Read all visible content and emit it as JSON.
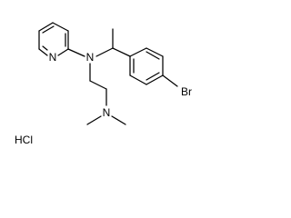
{
  "molecule": {
    "atoms": {
      "pyridine_n": "N",
      "amine_n": "N",
      "dimethylamine_n": "N",
      "bromine": "Br"
    },
    "counter_ion": "HCl"
  }
}
